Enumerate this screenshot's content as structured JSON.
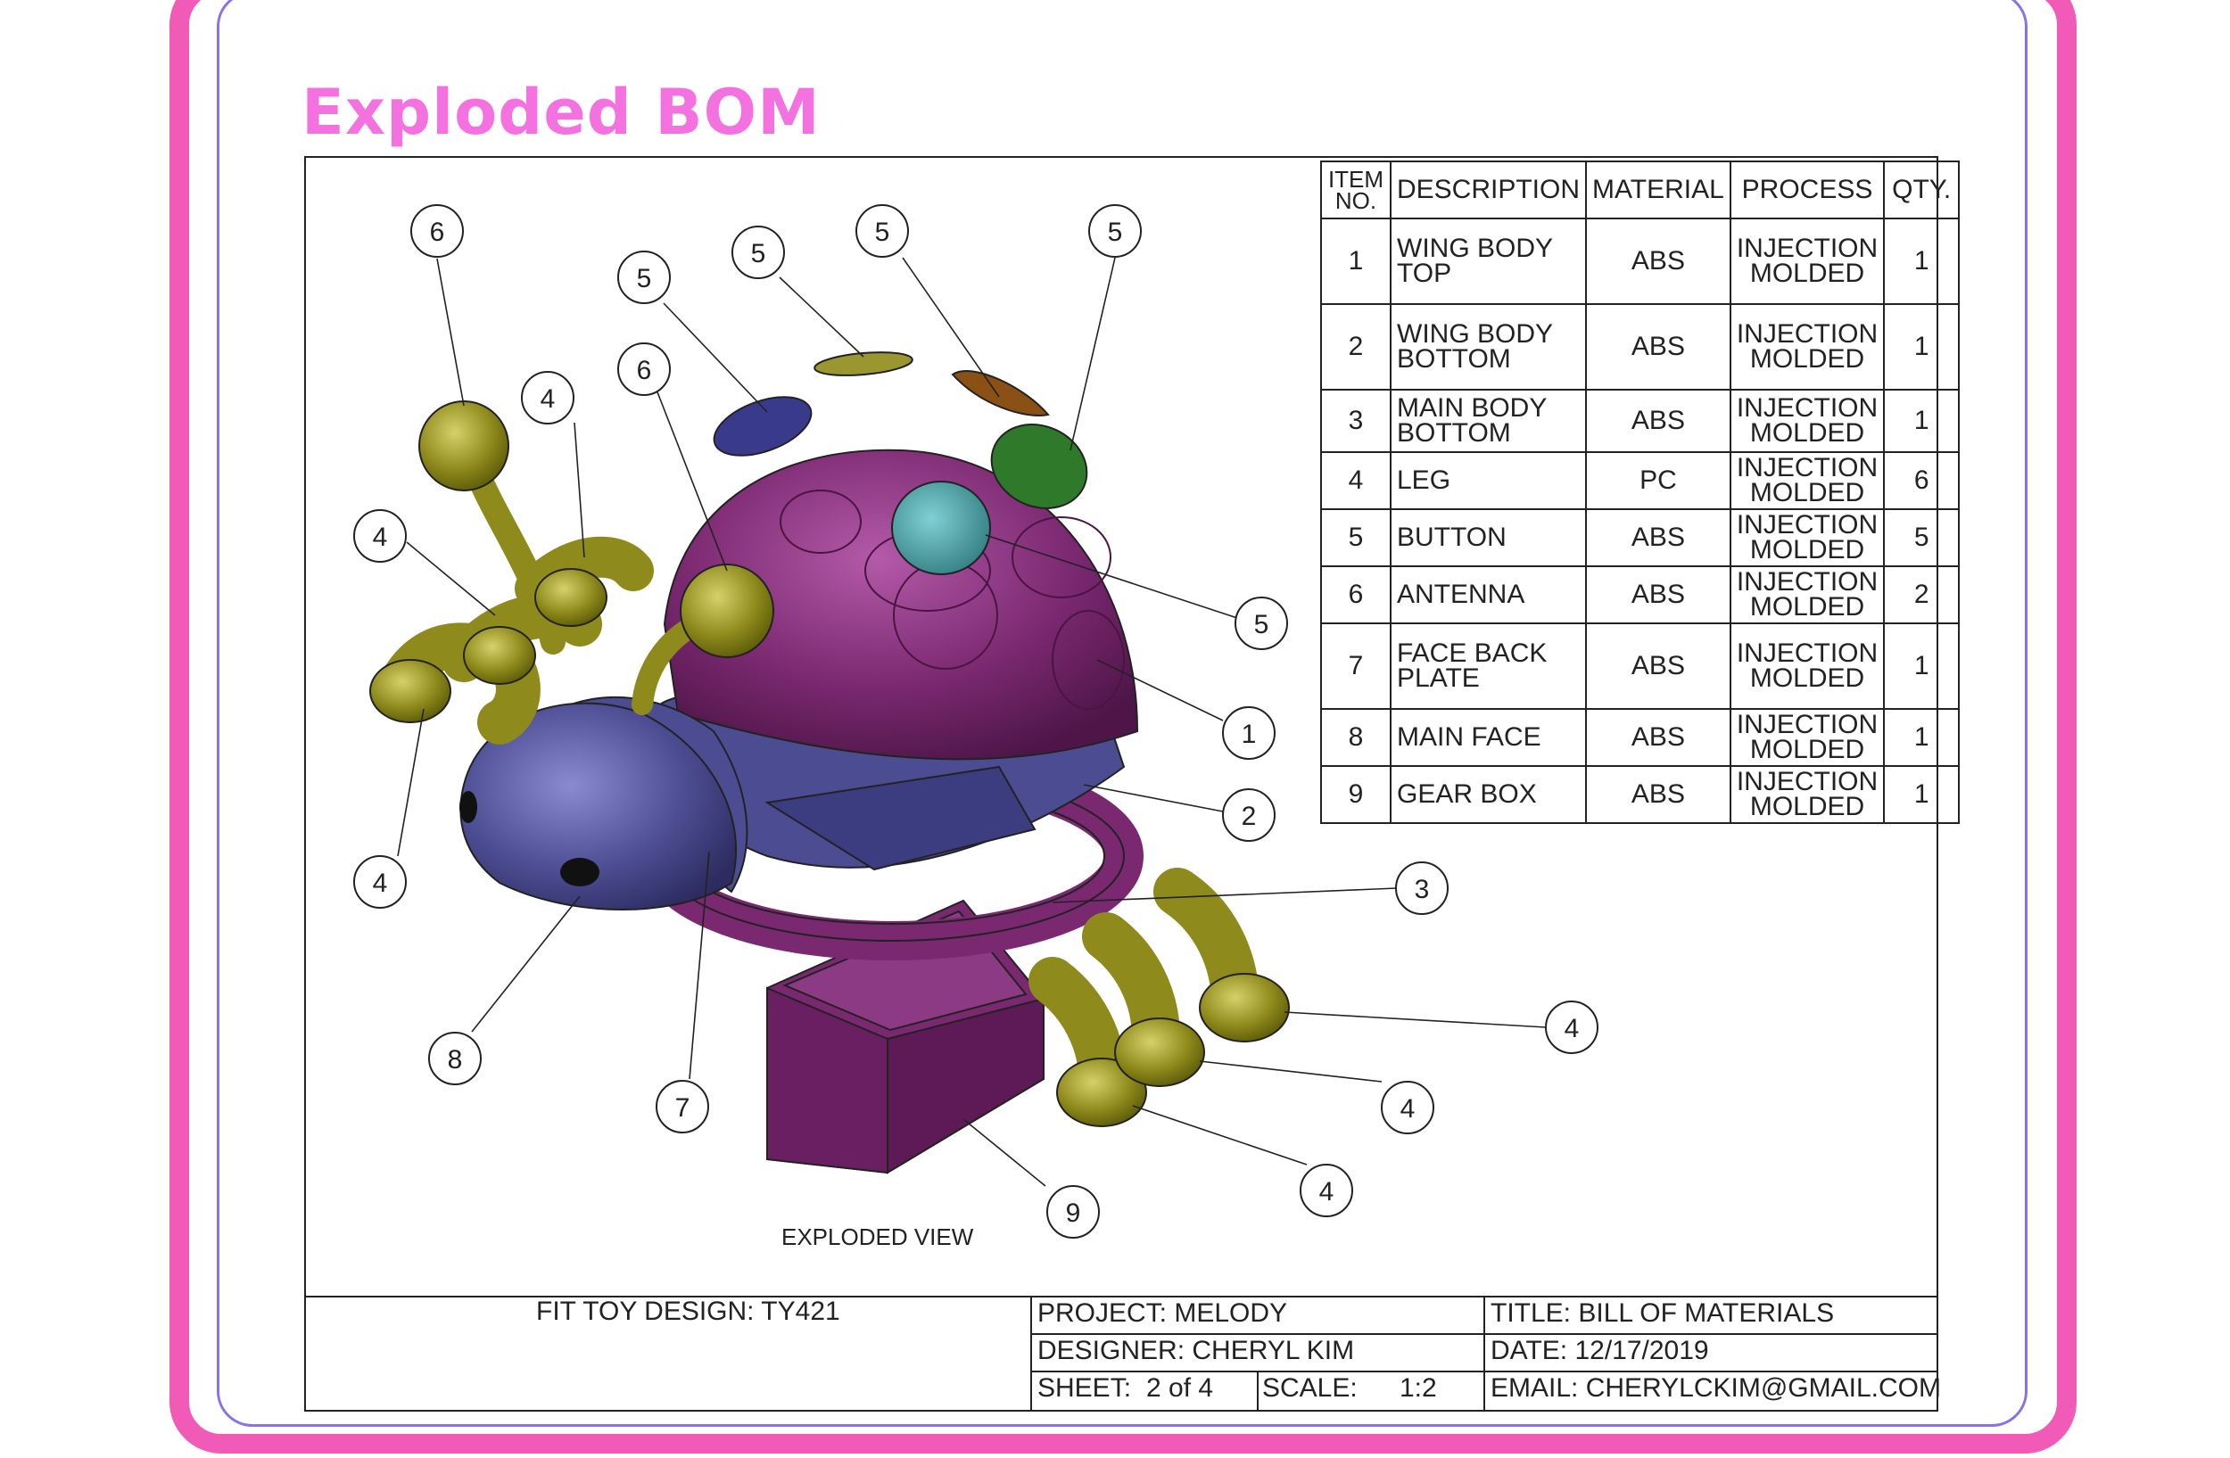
{
  "page": {
    "title": "Exploded BOM"
  },
  "view_caption": "EXPLODED VIEW",
  "bom": {
    "headers": [
      "ITEM NO.",
      "DESCRIPTION",
      "MATERIAL",
      "PROCESS",
      "QTY."
    ],
    "rows": [
      {
        "item": "1",
        "description": "WING BODY TOP",
        "material": "ABS",
        "process": "INJECTION MOLDED",
        "qty": "1"
      },
      {
        "item": "2",
        "description": "WING BODY BOTTOM",
        "material": "ABS",
        "process": "INJECTION MOLDED",
        "qty": "1"
      },
      {
        "item": "3",
        "description": "MAIN BODY BOTTOM",
        "material": "ABS",
        "process": "INJECTION MOLDED",
        "qty": "1"
      },
      {
        "item": "4",
        "description": "LEG",
        "material": "PC",
        "process": "INJECTION MOLDED",
        "qty": "6"
      },
      {
        "item": "5",
        "description": "BUTTON",
        "material": "ABS",
        "process": "INJECTION MOLDED",
        "qty": "5"
      },
      {
        "item": "6",
        "description": "ANTENNA",
        "material": "ABS",
        "process": "INJECTION MOLDED",
        "qty": "2"
      },
      {
        "item": "7",
        "description": "FACE BACK PLATE",
        "material": "ABS",
        "process": "INJECTION MOLDED",
        "qty": "1"
      },
      {
        "item": "8",
        "description": "MAIN FACE",
        "material": "ABS",
        "process": "INJECTION MOLDED",
        "qty": "1"
      },
      {
        "item": "9",
        "description": "GEAR BOX",
        "material": "ABS",
        "process": "INJECTION MOLDED",
        "qty": "1"
      }
    ]
  },
  "title_block": {
    "company": "FIT TOY DESIGN: TY421",
    "project": "PROJECT: MELODY",
    "designer": "DESIGNER:  CHERYL KIM",
    "sheet_label": "SHEET:",
    "sheet_value": "2 of 4",
    "scale_label": "SCALE:",
    "scale_value": "1:2",
    "title": "TITLE:  BILL OF MATERIALS",
    "date": "DATE:  12/17/2019",
    "email": "EMAIL: CHERYLCKIM@GMAIL.COM"
  },
  "callouts": [
    "6",
    "5",
    "5",
    "5",
    "5",
    "6",
    "4",
    "4",
    "5",
    "1",
    "2",
    "3",
    "4",
    "8",
    "7",
    "9",
    "4",
    "4",
    "4"
  ],
  "colors": {
    "frame_pink": "#f25ab8",
    "frame_purple": "#8a72e6",
    "title_pink": "#f472e0",
    "part_magenta": "#7a2870",
    "part_purple": "#4c4c92",
    "part_olive": "#8e8a1c",
    "button_teal": "#3b8f94",
    "button_green": "#2f7a2a",
    "button_navy": "#3a3a8c",
    "button_brown": "#8a5014",
    "button_olive": "#9a9630"
  }
}
